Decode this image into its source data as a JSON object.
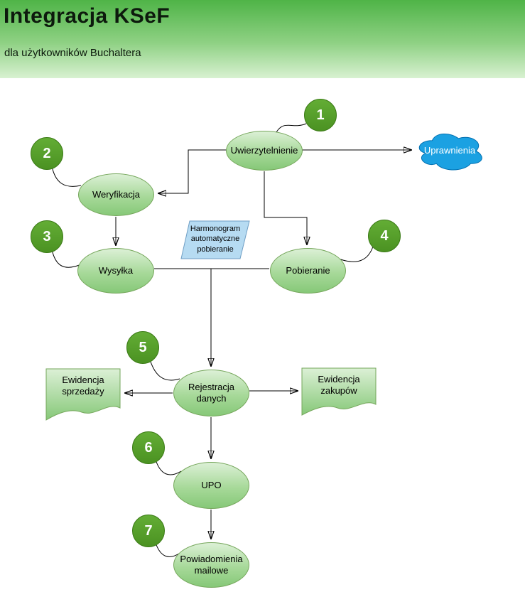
{
  "header": {
    "title": "Integracja KSeF",
    "subtitle": "dla użytkowników Buchaltera"
  },
  "nodes": {
    "uwierzytelnienie": {
      "step": "1",
      "label": "Uwierzytelnienie"
    },
    "uprawnienia": {
      "label": "Uprawnienia"
    },
    "weryfikacja": {
      "step": "2",
      "label": "Weryfikacja"
    },
    "wysylka": {
      "step": "3",
      "label": "Wysyłka"
    },
    "harmonogram": {
      "label": "Harmonogram automatyczne pobieranie"
    },
    "pobieranie": {
      "step": "4",
      "label": "Pobieranie"
    },
    "rejestracja_danych": {
      "step": "5",
      "label": "Rejestracja danych"
    },
    "ewidencja_sprzedazy": {
      "label": "Ewidencja sprzedaży"
    },
    "ewidencja_zakupow": {
      "label": "Ewidencja zakupów"
    },
    "upo": {
      "step": "6",
      "label": "UPO"
    },
    "powiadomienia_mailowe": {
      "step": "7",
      "label": "Powiadomienia mailowe"
    }
  },
  "colors": {
    "header_gradient_top": "#4fb447",
    "header_gradient_bottom": "#d8f1d1",
    "node_fill_top": "#dcf0d6",
    "node_fill_bottom": "#86c878",
    "node_border": "#76a75c",
    "step_badge_fill": "#55a32c",
    "cloud_fill": "#1ba1e2",
    "cloud_border": "#006eaf",
    "parallelogram_fill": "#b6dbf2",
    "parallelogram_border": "#6f9ec4",
    "connector": "#000000",
    "text": "#000000",
    "step_text": "#ffffff"
  }
}
